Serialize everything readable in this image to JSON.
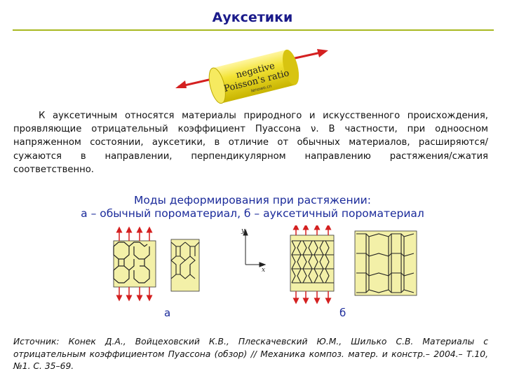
{
  "page": {
    "title": "Ауксетики"
  },
  "illustration": {
    "line1": "negative",
    "line2": "Poisson's ratio",
    "line3": "lenowo.cn"
  },
  "body": {
    "paragraph": "К ауксетичным относятся материалы природного и искусственного происхождения, проявляющие отрицательный коэффициент Пуассона ν. В частности, при одноосном напряженном состоянии, ауксетики, в отличие от обычных материалов, расширяются/сужаются в направлении, перпендикулярном направлению растяжения/сжатия соответственно."
  },
  "figure": {
    "caption_line1": "Моды деформирования при растяжении:",
    "caption_line2": "а – обычный пороматериал, б – ауксетичный пороматериал",
    "axis_y": "y",
    "axis_x": "x",
    "label_a": "а",
    "label_b": "б"
  },
  "source": {
    "text": "Источник: Конек Д.А., Войцеховский К.В., Плескачевский Ю.М., Шилько С.В. Материалы с отрицательным коэффициентом Пуассона (обзор) // Механика композ. матер. и констр.– 2004.– Т.10, №1. С. 35–69."
  },
  "colors": {
    "title": "#1a1a8a",
    "caption": "#1a2a9a",
    "underline": "#a8b820",
    "cylinder": "#f0e030",
    "arrow": "#d42020"
  }
}
